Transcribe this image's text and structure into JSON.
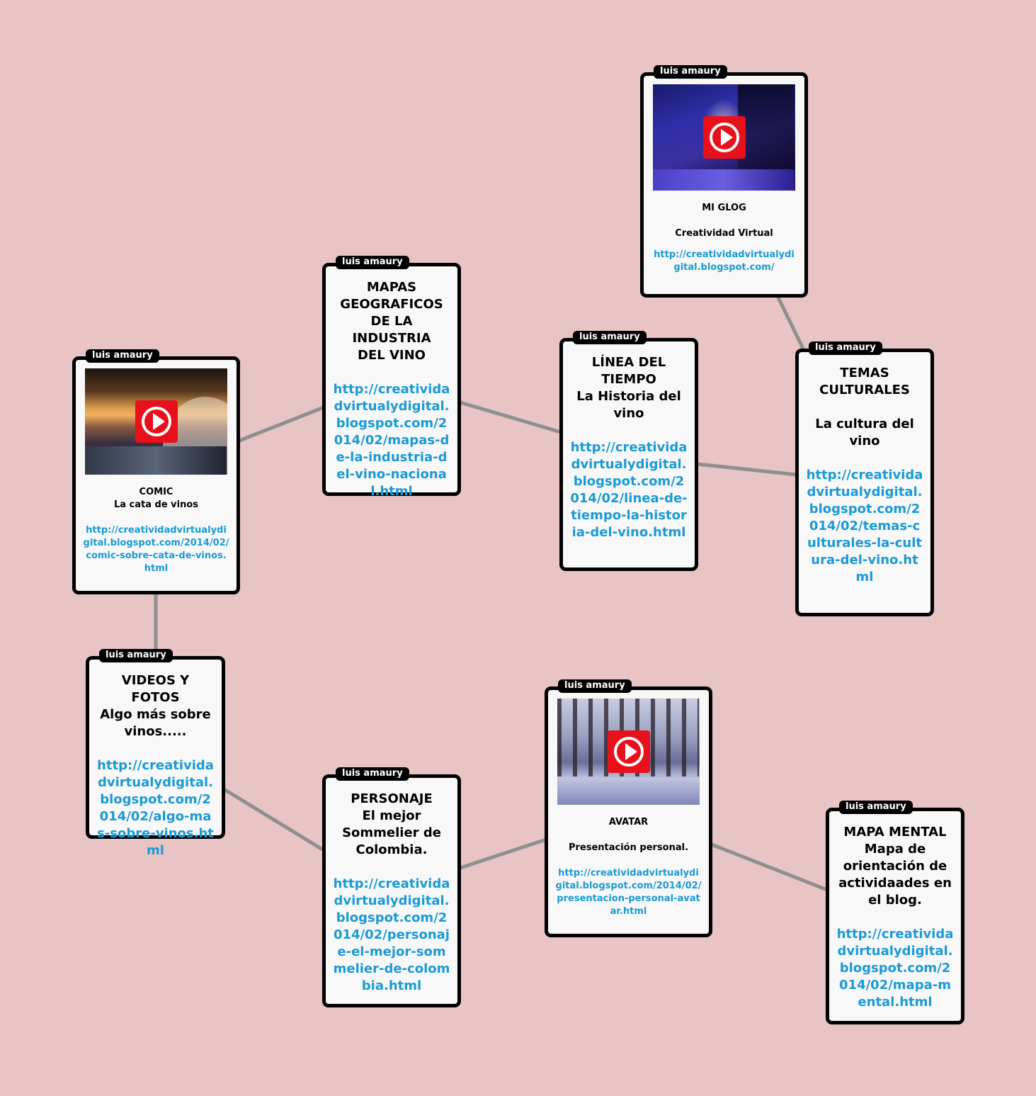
{
  "author": "luis amaury",
  "cards": {
    "mapas": {
      "title": "MAPAS\nGEOGRAFICOS\nDE LA INDUSTRIA\nDEL VINO",
      "url": "http://creatividadvirtualydigital.blogspot.com/2014/02/mapas-de-la-industria-del-vino-nacional.html"
    },
    "linea": {
      "title": "LÍNEA DEL\nTIEMPO",
      "subtitle": "La Historia del\nvino",
      "url": "http://creatividadvirtualydigital.blogspot.com/2014/02/linea-de-tiempo-la-historia-del-vino.html"
    },
    "temas": {
      "title": "TEMAS\nCULTURALES",
      "subtitle": "La cultura del\nvino",
      "url": "http://creatividadvirtualydigital.blogspot.com/2014/02/temas-culturales-la-cultura-del-vino.html"
    },
    "videos": {
      "title": "VIDEOS Y FOTOS",
      "subtitle": "Algo más sobre\nvinos.....",
      "url": "http://creatividadvirtualydigital.blogspot.com/2014/02/algo-mas-sobre-vinos.html"
    },
    "personaje": {
      "title": "PERSONAJE",
      "subtitle": "El mejor\nSommelier de\nColombia.",
      "url": "http://creatividadvirtualydigital.blogspot.com/2014/02/personaje-el-mejor-sommelier-de-colombia.html"
    },
    "mapamental": {
      "title": "MAPA MENTAL",
      "subtitle": "Mapa de\norientación de\nactividaades en\nel blog.",
      "url": "http://creatividadvirtualydigital.blogspot.com/2014/02/mapa-mental.html"
    },
    "glog": {
      "title": "MI GLOG",
      "subtitle": "Creatividad Virtual",
      "url": "http://creatividadvirtualydigital.blogspot.com/"
    },
    "comic": {
      "title": "COMIC",
      "subtitle": "La cata de vinos",
      "url": "http://creatividadvirtualydigital.blogspot.com/2014/02/comic-sobre-cata-de-vinos.html"
    },
    "avatar": {
      "title": "AVATAR",
      "subtitle": "Presentación personal.",
      "url": "http://creatividadvirtualydigital.blogspot.com/2014/02/presentacion-personal-avatar.html"
    }
  },
  "colors": {
    "background": "#e8c4c4",
    "link": "#1a9ad6",
    "connector": "#8f8f8f",
    "play": "#e8101a"
  },
  "icons": [
    "play-icon"
  ]
}
